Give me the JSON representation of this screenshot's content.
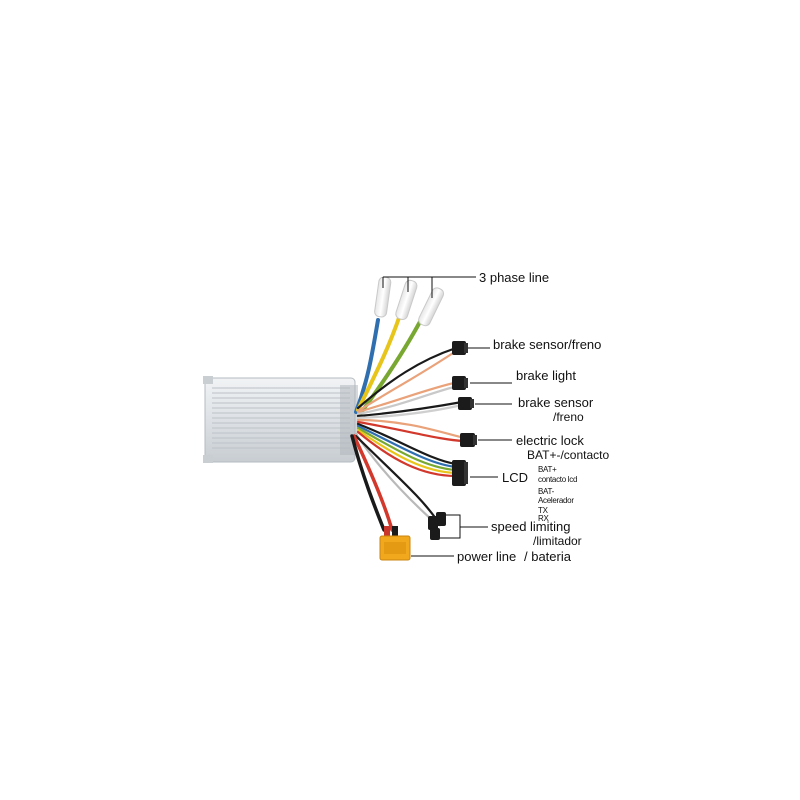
{
  "labels": {
    "phase": "3 phase line",
    "brake_sensor_1": "brake sensor/freno",
    "brake_light": "brake light",
    "brake_sensor_2": "brake sensor",
    "brake_sensor_2_sub": "/freno",
    "electric_lock": "electric lock",
    "electric_lock_sub": "BAT+-/contacto",
    "lcd": "LCD",
    "lcd_pin_1": "BAT+",
    "lcd_pin_1_sub": "contacto lcd",
    "lcd_pin_2": "BAT-",
    "lcd_pin_2_sub": "Acelerador",
    "lcd_pin_3": "TX",
    "lcd_pin_4": "RX",
    "speed_limiting": "speed limiting",
    "speed_limiting_sub": "/limitador",
    "power_line": "power line",
    "power_line_sub": "/ bateria"
  },
  "colors": {
    "case": "#d8dde2",
    "phase_yellow": "#e8c51a",
    "phase_green": "#79a832",
    "phase_blue": "#2f6fb0",
    "wire_black": "#1a1a1a",
    "wire_orange": "#e9a27a",
    "wire_red": "#d2382c",
    "wire_gray": "#b9b9b9",
    "power_connector": "#f1a81d"
  }
}
